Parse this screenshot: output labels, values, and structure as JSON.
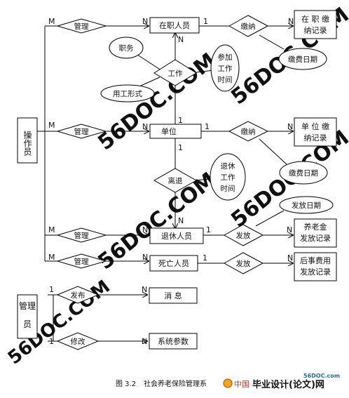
{
  "entities": {
    "operator": "操作员",
    "admin": [
      "管理",
      "员"
    ],
    "employee": "在职人员",
    "unit": "单位",
    "retiree": "退休人员",
    "deceased": "死亡人员",
    "message": "消  息",
    "sysparam": "系统参数",
    "employee_record": [
      "在 职 缴",
      "纳记录"
    ],
    "unit_record": [
      "单 位 缴",
      "纳记录"
    ],
    "pension_record": [
      "养老金",
      "发放记录"
    ],
    "funeral_record": [
      "后事费用",
      "发放记录"
    ]
  },
  "relationships": {
    "manage_employee": "管理",
    "manage_unit": "管理",
    "manage_retiree": "管理",
    "manage_deceased": "管理",
    "pay_employee": "缴纳",
    "pay_unit": "缴纳",
    "work": "工作",
    "retire": "离退",
    "issue_pension": "发放",
    "issue_funeral": "发放",
    "publish": "发布",
    "modify": "修改"
  },
  "attributes": {
    "position": "职务",
    "join_work_time": [
      "参加",
      "工作",
      "时间"
    ],
    "employment_form": "用工形式",
    "pay_date_employee": "缴费日期",
    "pay_date_unit": "缴费日期",
    "retire_work_time": [
      "退休",
      "工作",
      "时间"
    ],
    "issue_date": "发放日期"
  },
  "cardinality": {
    "m": "M",
    "n": "N",
    "one": "1"
  },
  "caption": {
    "figure": "图 3.2",
    "title": "社会养老保险管理系",
    "site_mark": "中国",
    "site_name": "毕业设计(论文)网",
    "site_url": "56DOC.com"
  },
  "watermark": "56DOC.COM"
}
